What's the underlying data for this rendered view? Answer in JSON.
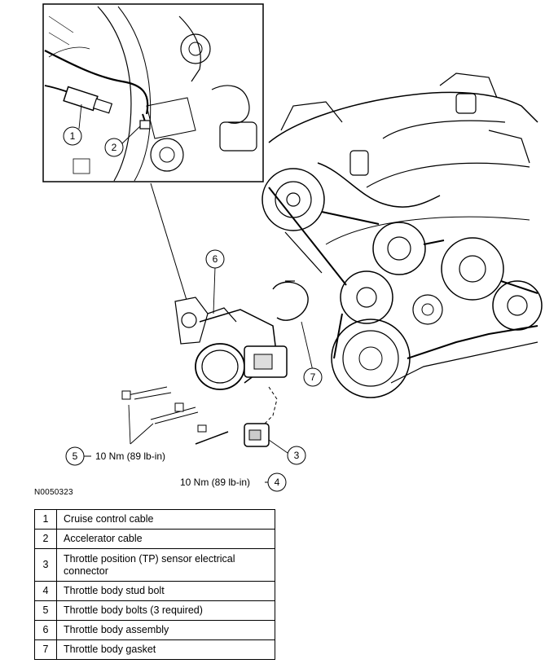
{
  "figure_id": "N0050323",
  "callouts": {
    "c1": "1",
    "c2": "2",
    "c3": "3",
    "c4": "4",
    "c5": "5",
    "c6": "6",
    "c7": "7",
    "torque5": "10 Nm (89 lb-in)",
    "torque4": "10 Nm (89 lb-in)"
  },
  "legend": [
    {
      "num": "1",
      "desc": "Cruise control cable"
    },
    {
      "num": "2",
      "desc": "Accelerator cable"
    },
    {
      "num": "3",
      "desc": "Throttle position (TP) sensor electrical connector"
    },
    {
      "num": "4",
      "desc": "Throttle body stud bolt"
    },
    {
      "num": "5",
      "desc": "Throttle body bolts (3 required)"
    },
    {
      "num": "6",
      "desc": "Throttle body assembly"
    },
    {
      "num": "7",
      "desc": "Throttle body gasket"
    }
  ]
}
